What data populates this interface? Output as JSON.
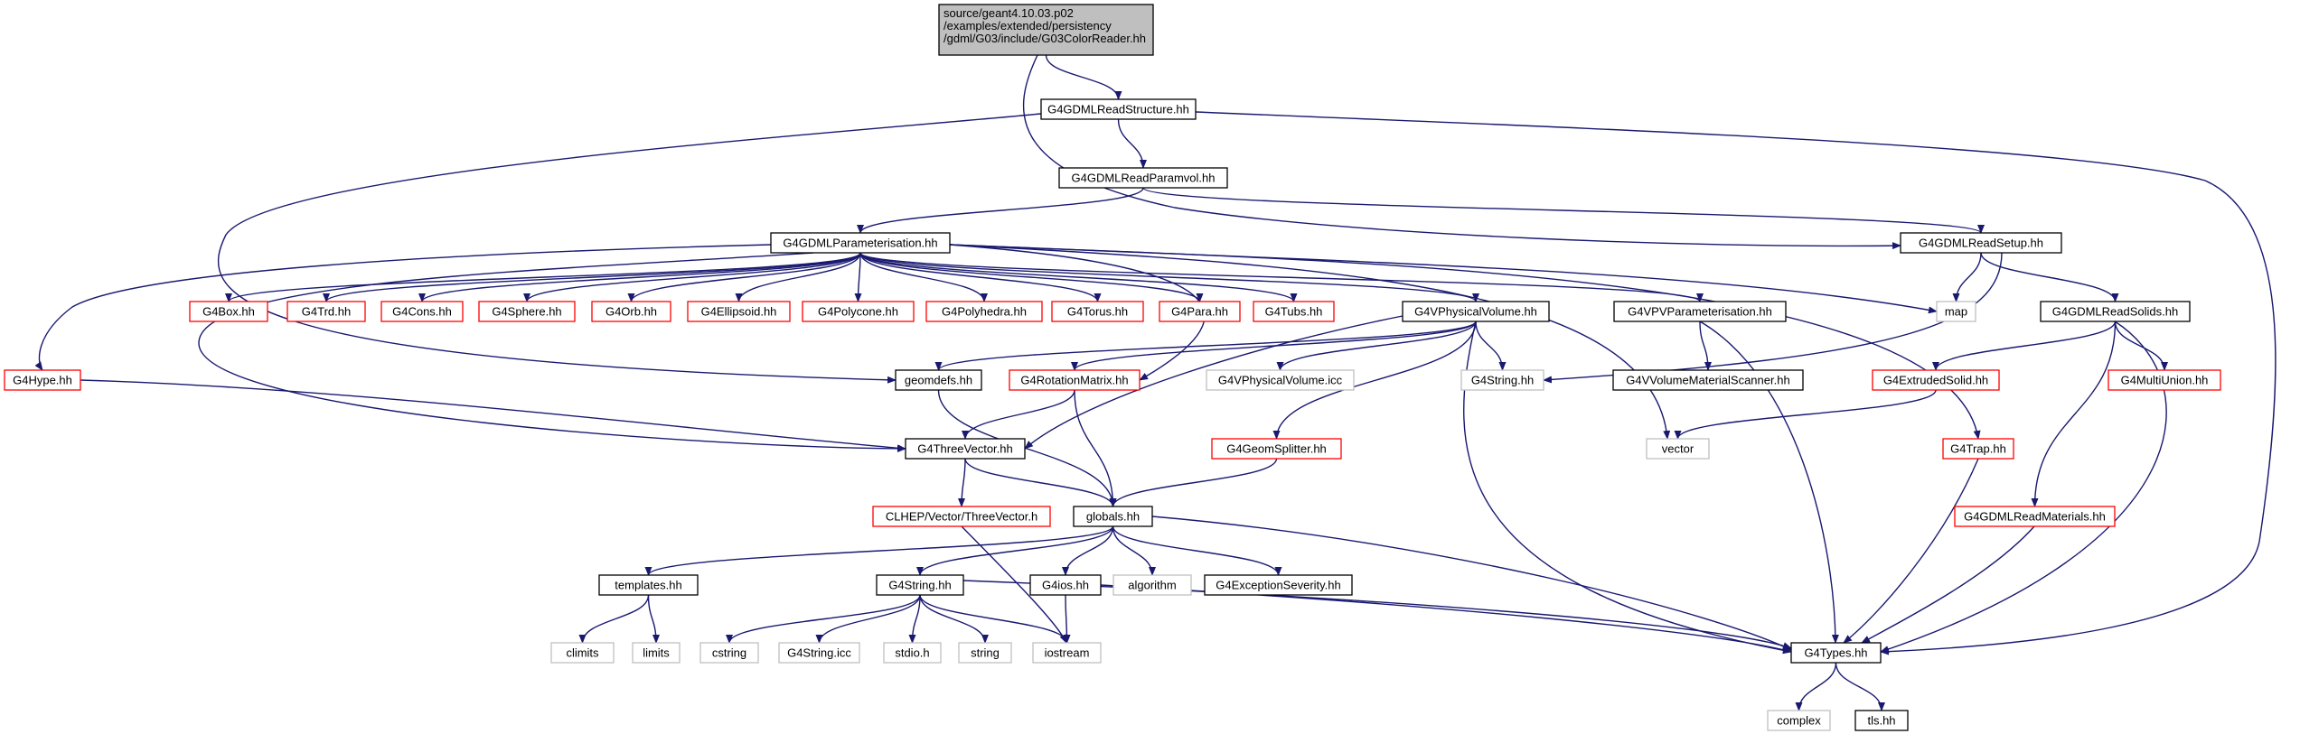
{
  "colors": {
    "edge": "#191970",
    "border_normal": "#000000",
    "border_truncated": "#ff0000",
    "border_external": "#bfbfbf",
    "root_fill": "#bfbfbf",
    "node_fill": "#ffffff",
    "text": "#000000"
  },
  "graph": {
    "root_label": [
      "source/geant4.10.03.p02",
      "/examples/extended/persistency",
      "/gdml/G03/include/G03ColorReader.hh"
    ],
    "nodes": [
      {
        "id": "root",
        "label": "source/geant4.10.03.p02 /examples/extended/persistency /gdml/G03/include/G03ColorReader.hh",
        "kind": "root"
      },
      {
        "id": "readstructure",
        "label": "G4GDMLReadStructure.hh",
        "kind": "normal"
      },
      {
        "id": "readparamvol",
        "label": "G4GDMLReadParamvol.hh",
        "kind": "normal"
      },
      {
        "id": "parameterisation",
        "label": "G4GDMLParameterisation.hh",
        "kind": "normal"
      },
      {
        "id": "readsetup",
        "label": "G4GDMLReadSetup.hh",
        "kind": "normal"
      },
      {
        "id": "map",
        "label": "map",
        "kind": "external"
      },
      {
        "id": "readsolids",
        "label": "G4GDMLReadSolids.hh",
        "kind": "normal"
      },
      {
        "id": "box",
        "label": "G4Box.hh",
        "kind": "truncated"
      },
      {
        "id": "trd",
        "label": "G4Trd.hh",
        "kind": "truncated"
      },
      {
        "id": "cons",
        "label": "G4Cons.hh",
        "kind": "truncated"
      },
      {
        "id": "sphere",
        "label": "G4Sphere.hh",
        "kind": "truncated"
      },
      {
        "id": "orb",
        "label": "G4Orb.hh",
        "kind": "truncated"
      },
      {
        "id": "ellipsoid",
        "label": "G4Ellipsoid.hh",
        "kind": "truncated"
      },
      {
        "id": "polycone",
        "label": "G4Polycone.hh",
        "kind": "truncated"
      },
      {
        "id": "polyhedra",
        "label": "G4Polyhedra.hh",
        "kind": "truncated"
      },
      {
        "id": "torus",
        "label": "G4Torus.hh",
        "kind": "truncated"
      },
      {
        "id": "para",
        "label": "G4Para.hh",
        "kind": "truncated"
      },
      {
        "id": "tubs",
        "label": "G4Tubs.hh",
        "kind": "truncated"
      },
      {
        "id": "physvol",
        "label": "G4VPhysicalVolume.hh",
        "kind": "normal"
      },
      {
        "id": "pvparam",
        "label": "G4VPVParameterisation.hh",
        "kind": "normal"
      },
      {
        "id": "hype",
        "label": "G4Hype.hh",
        "kind": "truncated"
      },
      {
        "id": "geomdefs",
        "label": "geomdefs.hh",
        "kind": "normal"
      },
      {
        "id": "rotmatrix",
        "label": "G4RotationMatrix.hh",
        "kind": "truncated"
      },
      {
        "id": "physvolicc",
        "label": "G4VPhysicalVolume.icc",
        "kind": "external"
      },
      {
        "id": "g4string",
        "label": "G4String.hh",
        "kind": "external"
      },
      {
        "id": "volmatscanner",
        "label": "G4VVolumeMaterialScanner.hh",
        "kind": "normal"
      },
      {
        "id": "extrudedsolid",
        "label": "G4ExtrudedSolid.hh",
        "kind": "truncated"
      },
      {
        "id": "multiunion",
        "label": "G4MultiUnion.hh",
        "kind": "truncated"
      },
      {
        "id": "threevector",
        "label": "G4ThreeVector.hh",
        "kind": "normal"
      },
      {
        "id": "geomsplitter",
        "label": "G4GeomSplitter.hh",
        "kind": "truncated"
      },
      {
        "id": "vector",
        "label": "vector",
        "kind": "external"
      },
      {
        "id": "trap",
        "label": "G4Trap.hh",
        "kind": "truncated"
      },
      {
        "id": "clhepthree",
        "label": "CLHEP/Vector/ThreeVector.h",
        "kind": "truncated"
      },
      {
        "id": "globals",
        "label": "globals.hh",
        "kind": "normal"
      },
      {
        "id": "readmaterials",
        "label": "G4GDMLReadMaterials.hh",
        "kind": "truncated"
      },
      {
        "id": "templates",
        "label": "templates.hh",
        "kind": "normal"
      },
      {
        "id": "g4stringhh",
        "label": "G4String.hh",
        "kind": "normal"
      },
      {
        "id": "g4ios",
        "label": "G4ios.hh",
        "kind": "normal"
      },
      {
        "id": "algorithm",
        "label": "algorithm",
        "kind": "external"
      },
      {
        "id": "excseverity",
        "label": "G4ExceptionSeverity.hh",
        "kind": "normal"
      },
      {
        "id": "climits",
        "label": "climits",
        "kind": "external"
      },
      {
        "id": "limits",
        "label": "limits",
        "kind": "external"
      },
      {
        "id": "cstring",
        "label": "cstring",
        "kind": "external"
      },
      {
        "id": "stringicc",
        "label": "G4String.icc",
        "kind": "external"
      },
      {
        "id": "stdio",
        "label": "stdio.h",
        "kind": "external"
      },
      {
        "id": "string",
        "label": "string",
        "kind": "external"
      },
      {
        "id": "iostream",
        "label": "iostream",
        "kind": "external"
      },
      {
        "id": "types",
        "label": "G4Types.hh",
        "kind": "normal"
      },
      {
        "id": "complex",
        "label": "complex",
        "kind": "external"
      },
      {
        "id": "tls",
        "label": "tls.hh",
        "kind": "normal"
      }
    ],
    "edges": [
      [
        "root",
        "readstructure"
      ],
      [
        "root",
        "readsetup"
      ],
      [
        "readstructure",
        "readparamvol"
      ],
      [
        "readstructure",
        "types"
      ],
      [
        "readstructure",
        "geomdefs"
      ],
      [
        "readparamvol",
        "parameterisation"
      ],
      [
        "readparamvol",
        "readsetup"
      ],
      [
        "parameterisation",
        "box"
      ],
      [
        "parameterisation",
        "trd"
      ],
      [
        "parameterisation",
        "cons"
      ],
      [
        "parameterisation",
        "sphere"
      ],
      [
        "parameterisation",
        "orb"
      ],
      [
        "parameterisation",
        "ellipsoid"
      ],
      [
        "parameterisation",
        "polycone"
      ],
      [
        "parameterisation",
        "polyhedra"
      ],
      [
        "parameterisation",
        "torus"
      ],
      [
        "parameterisation",
        "para"
      ],
      [
        "parameterisation",
        "tubs"
      ],
      [
        "parameterisation",
        "physvol"
      ],
      [
        "parameterisation",
        "pvparam"
      ],
      [
        "parameterisation",
        "hype"
      ],
      [
        "parameterisation",
        "rotmatrix"
      ],
      [
        "parameterisation",
        "threevector"
      ],
      [
        "parameterisation",
        "map"
      ],
      [
        "parameterisation",
        "vector"
      ],
      [
        "parameterisation",
        "trap"
      ],
      [
        "readsetup",
        "map"
      ],
      [
        "readsetup",
        "readsolids"
      ],
      [
        "readsetup",
        "g4string"
      ],
      [
        "readsolids",
        "extrudedsolid"
      ],
      [
        "readsolids",
        "multiunion"
      ],
      [
        "readsolids",
        "readmaterials"
      ],
      [
        "readsolids",
        "types"
      ],
      [
        "physvol",
        "geomdefs"
      ],
      [
        "physvol",
        "rotmatrix"
      ],
      [
        "physvol",
        "physvolicc"
      ],
      [
        "physvol",
        "g4string"
      ],
      [
        "physvol",
        "threevector"
      ],
      [
        "physvol",
        "geomsplitter"
      ],
      [
        "physvol",
        "types"
      ],
      [
        "pvparam",
        "volmatscanner"
      ],
      [
        "pvparam",
        "types"
      ],
      [
        "hype",
        "threevector"
      ],
      [
        "geomdefs",
        "globals"
      ],
      [
        "rotmatrix",
        "threevector"
      ],
      [
        "rotmatrix",
        "globals"
      ],
      [
        "extrudedsolid",
        "vector"
      ],
      [
        "threevector",
        "clhepthree"
      ],
      [
        "threevector",
        "globals"
      ],
      [
        "geomsplitter",
        "globals"
      ],
      [
        "trap",
        "types"
      ],
      [
        "clhepthree",
        "iostream"
      ],
      [
        "globals",
        "templates"
      ],
      [
        "globals",
        "g4stringhh"
      ],
      [
        "globals",
        "g4ios"
      ],
      [
        "globals",
        "algorithm"
      ],
      [
        "globals",
        "excseverity"
      ],
      [
        "globals",
        "types"
      ],
      [
        "readmaterials",
        "types"
      ],
      [
        "templates",
        "climits"
      ],
      [
        "templates",
        "limits"
      ],
      [
        "g4stringhh",
        "cstring"
      ],
      [
        "g4stringhh",
        "stringicc"
      ],
      [
        "g4stringhh",
        "stdio"
      ],
      [
        "g4stringhh",
        "string"
      ],
      [
        "g4stringhh",
        "iostream"
      ],
      [
        "g4stringhh",
        "types"
      ],
      [
        "g4ios",
        "iostream"
      ],
      [
        "g4ios",
        "types"
      ],
      [
        "types",
        "complex"
      ],
      [
        "types",
        "tls"
      ]
    ]
  }
}
